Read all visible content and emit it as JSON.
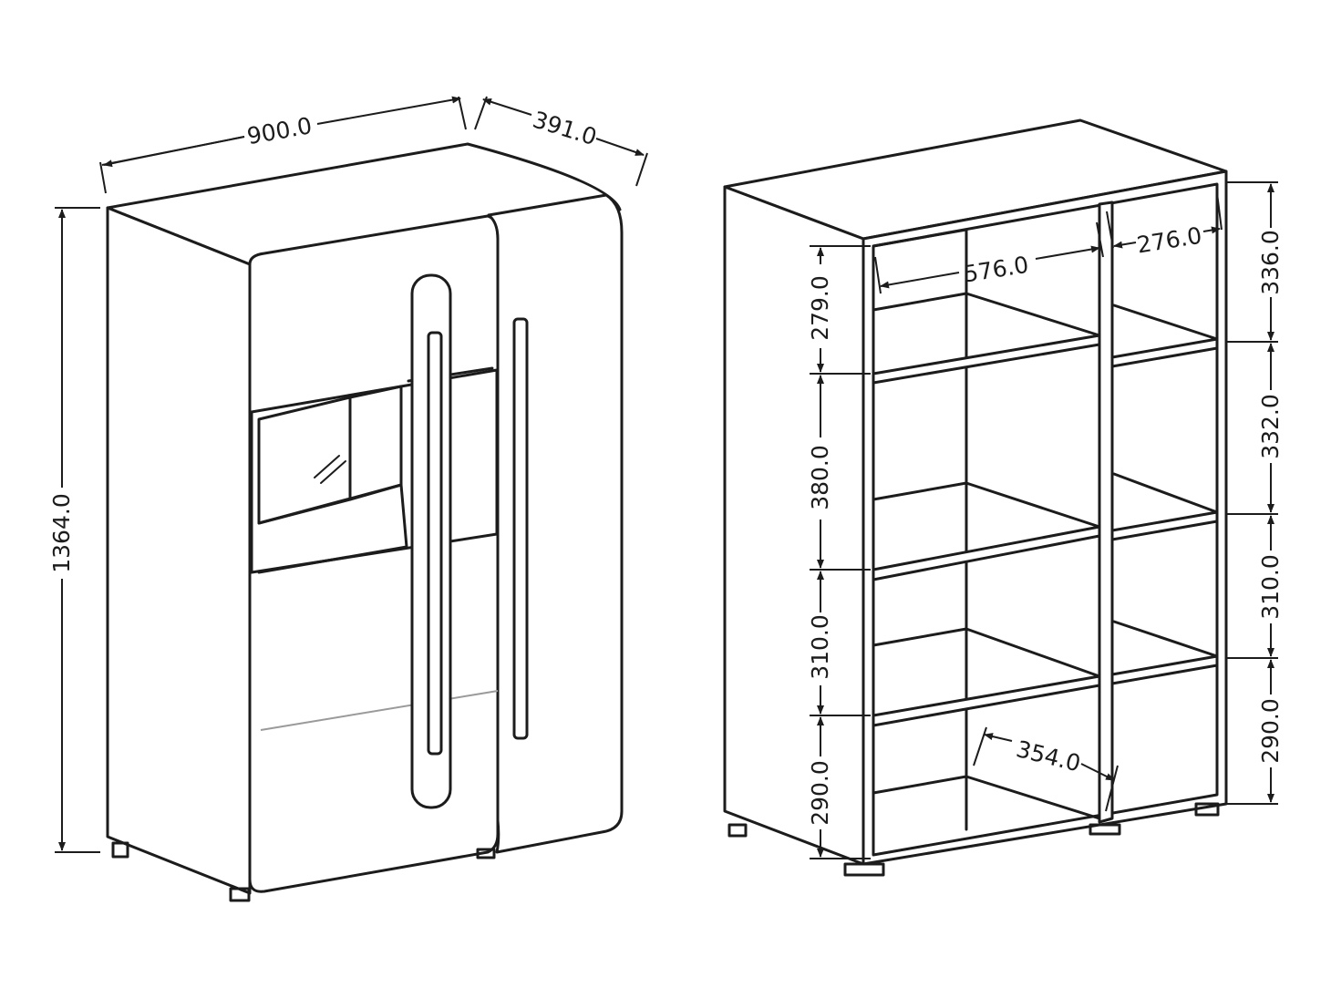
{
  "front_view": {
    "width_label": "900.0",
    "depth_label": "391.0",
    "height_label": "1364.0"
  },
  "interior_view": {
    "left_bay_width_label": "576.0",
    "right_bay_width_label": "276.0",
    "bottom_depth_label": "354.0",
    "left_heights": [
      "279.0",
      "380.0",
      "310.0",
      "290.0"
    ],
    "right_heights": [
      "336.0",
      "332.0",
      "310.0",
      "290.0"
    ]
  }
}
